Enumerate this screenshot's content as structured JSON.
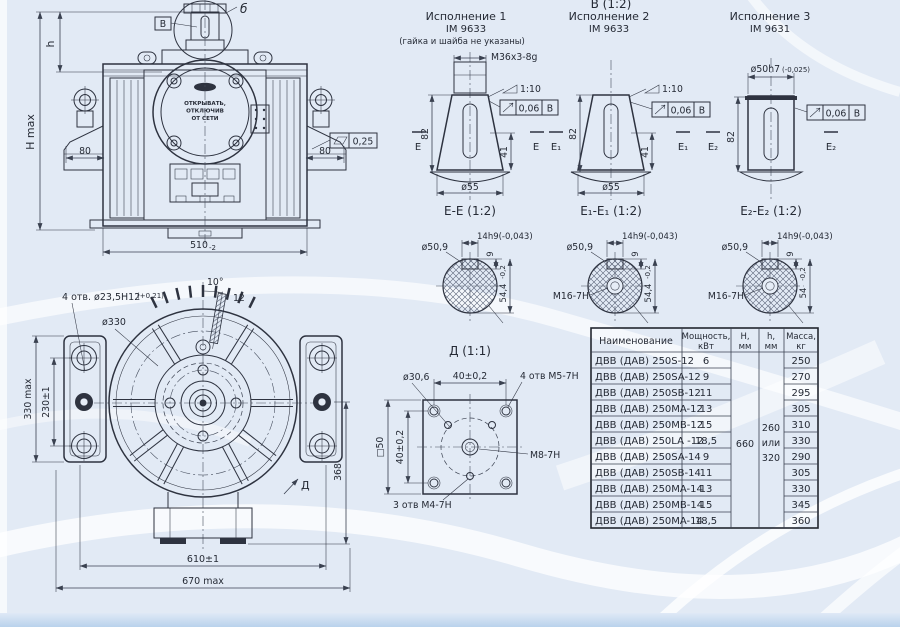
{
  "front": {
    "dim_h_max": "H max",
    "dim_h": "h",
    "dim_80_left": "80",
    "dim_80_right": "80",
    "dim_510": "510",
    "dim_510_tol": "-2",
    "flatness": "0,25",
    "datum": "В",
    "callout": "б",
    "warn_1": "ОТКРЫВАТЬ,",
    "warn_2": "ОТКЛЮЧИВ",
    "warn_3": "ОТ СЕТИ"
  },
  "view_b": {
    "title": "В (1:2)"
  },
  "exec1": {
    "title": "Исполнение 1",
    "im": "IM 9633",
    "note": "(гайка и шайба не указаны)",
    "thread": "М36х3-8g",
    "taper": "1:10",
    "runout": "0,06",
    "datum": "В",
    "dim_82": "82",
    "dim_41": "41",
    "dia": "ø55",
    "label": "E-E (1:2)",
    "mark": "E"
  },
  "exec2": {
    "title": "Исполнение 2",
    "im": "IM 9633",
    "taper": "1:10",
    "runout": "0,06",
    "datum": "В",
    "dim_82": "82",
    "dim_41": "41",
    "dia": "ø55",
    "label": "E₁-E₁ (1:2)",
    "mark": "E₁"
  },
  "exec3": {
    "title": "Исполнение 3",
    "im": "IM 9631",
    "dia": "ø50h7",
    "dia_tol": "(-0,025)",
    "runout": "0,06",
    "datum": "В",
    "dim_82": "82",
    "label": "E₂-E₂ (1:2)",
    "mark": "E₂"
  },
  "sec1": {
    "dia": "ø50,9",
    "key": "14h9(-0,043)",
    "depth": "9",
    "height": "54,4",
    "height_tol": "-0,2"
  },
  "sec2": {
    "dia": "ø50,9",
    "key": "14h9(-0,043)",
    "depth": "9",
    "height": "54,4",
    "height_tol": "-0,2",
    "thread": "М16-7Н"
  },
  "sec3": {
    "dia": "ø50,9",
    "key": "14h9(-0,043)",
    "depth": "9",
    "height": "54",
    "height_tol": "-0,2",
    "thread": "М16-7Н"
  },
  "wheel": {
    "holes": "4 отв. ø23,5H12",
    "holes_tol": "(+0,21)",
    "dia_330": "ø330",
    "angle": "10°",
    "dim_12": "12",
    "dim_330": "330 max",
    "dim_230": "230±1",
    "dim_368": "368",
    "dim_610": "610±1",
    "dim_670": "670 max",
    "view": "Д"
  },
  "flange": {
    "title": "Д (1:1)",
    "dia": "ø30,6",
    "dim_40h": "40±0,2",
    "holes_4": "4 отв М5-7Н",
    "square": "□50",
    "dim_40v": "40±0,2",
    "center": "М8-7Н",
    "holes_3": "3 отв М4-7Н"
  },
  "table": {
    "h_name": "Наименование",
    "h_power_1": "Мощность,",
    "h_power_2": "кВт",
    "h_H_1": "Н,",
    "h_H_2": "мм",
    "h_h_1": "h,",
    "h_h_2": "мм",
    "h_mass_1": "Масса,",
    "h_mass_2": "кг",
    "H_merged": "660",
    "h_merged_1": "260",
    "h_merged_2": "или",
    "h_merged_3": "320",
    "rows": [
      {
        "name": "ДВВ (ДАВ) 250S-12",
        "power": "6",
        "mass": "250"
      },
      {
        "name": "ДВВ (ДАВ) 250SA-12",
        "power": "9",
        "mass": "270"
      },
      {
        "name": "ДВВ (ДАВ) 250SB-12",
        "power": "11",
        "mass": "295"
      },
      {
        "name": "ДВВ (ДАВ) 250MA-12",
        "power": "13",
        "mass": "305"
      },
      {
        "name": "ДВВ (ДАВ) 250MB-12",
        "power": "15",
        "mass": "310"
      },
      {
        "name": "ДВВ (ДАВ) 250LA -12",
        "power": "18,5",
        "mass": "330"
      },
      {
        "name": "ДВВ (ДАВ) 250SA-14",
        "power": "9",
        "mass": "290"
      },
      {
        "name": "ДВВ (ДАВ) 250SB-14",
        "power": "11",
        "mass": "305"
      },
      {
        "name": "ДВВ (ДАВ) 250MA-14",
        "power": "13",
        "mass": "330"
      },
      {
        "name": "ДВВ (ДАВ) 250MB-14",
        "power": "15",
        "mass": "345"
      },
      {
        "name": "ДВВ (ДАВ) 250MA-14",
        "power": "18,5",
        "mass": "360"
      }
    ]
  }
}
